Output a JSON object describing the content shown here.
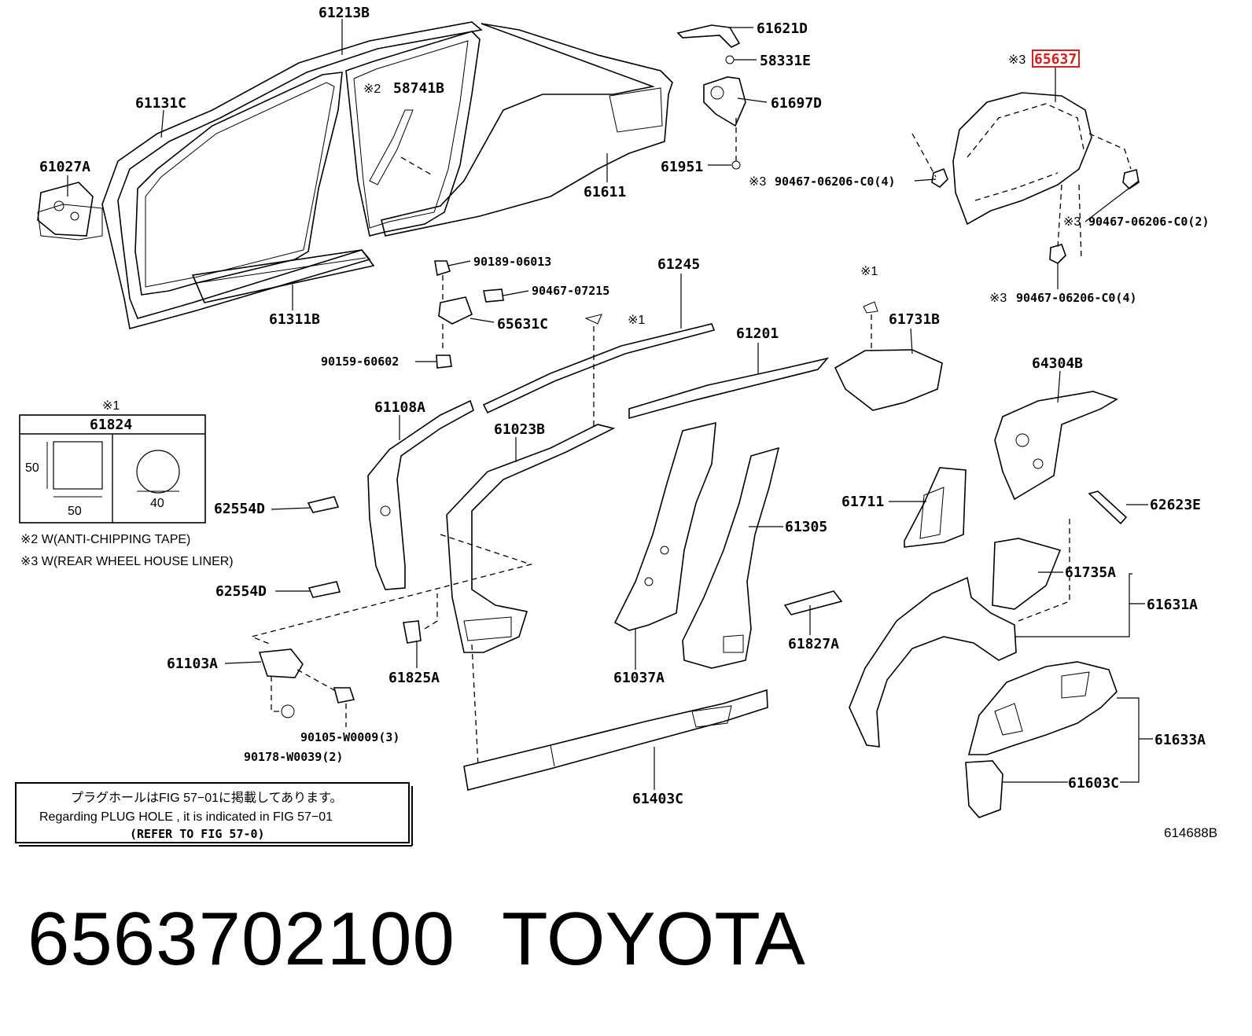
{
  "parts": {
    "p61213B": "61213B",
    "p61621D": "61621D",
    "p58331E": "58331E",
    "p61697D": "61697D",
    "p61951": "61951",
    "p61131C": "61131C",
    "p58741B": "58741B",
    "p61027A": "61027A",
    "p61611": "61611",
    "p61311B": "61311B",
    "p65637": "65637",
    "p90467_06206_C0_4a": "90467-06206-C0(4)",
    "p90467_06206_C0_2": "90467-06206-C0(2)",
    "p90467_06206_C0_4b": "90467-06206-C0(4)",
    "p90189_06013": "90189-06013",
    "p90467_07215": "90467-07215",
    "p65631C": "65631C",
    "p90159_60602": "90159-60602",
    "p61245": "61245",
    "p61201": "61201",
    "p61731B": "61731B",
    "p64304B": "64304B",
    "p61108A": "61108A",
    "p61023B": "61023B",
    "p62554D_a": "62554D",
    "p62554D_b": "62554D",
    "p61305": "61305",
    "p61711": "61711",
    "p62623E": "62623E",
    "p61735A": "61735A",
    "p61631A": "61631A",
    "p61827A": "61827A",
    "p61825A": "61825A",
    "p61037A": "61037A",
    "p61103A": "61103A",
    "p90105_W0009_3": "90105-W0009(3)",
    "p90178_W0039_2": "90178-W0039(2)",
    "p61403C": "61403C",
    "p61633A": "61633A",
    "p61603C": "61603C"
  },
  "marks": {
    "m1": "※1",
    "m2": "※2",
    "m3": "※3"
  },
  "tape_box": {
    "mark": "※1",
    "part": "61824",
    "dim_side": "50",
    "dim_bottom": "50",
    "dim_dia": "40"
  },
  "notes": {
    "n2": "※2 W(ANTI-CHIPPING TAPE)",
    "n3": "※3 W(REAR WHEEL HOUSE LINER)"
  },
  "plug_box": {
    "line1": "プラグホールはFIG 57−01に掲載してあります。",
    "line2": "Regarding  PLUG  HOLE , it is indicated in FIG  57−01",
    "line3": "(REFER TO FIG 57-0)"
  },
  "figure_no": "614688B",
  "footer": {
    "part_number": "6563702100",
    "brand": "TOYOTA"
  },
  "highlight_color": "#d62020"
}
